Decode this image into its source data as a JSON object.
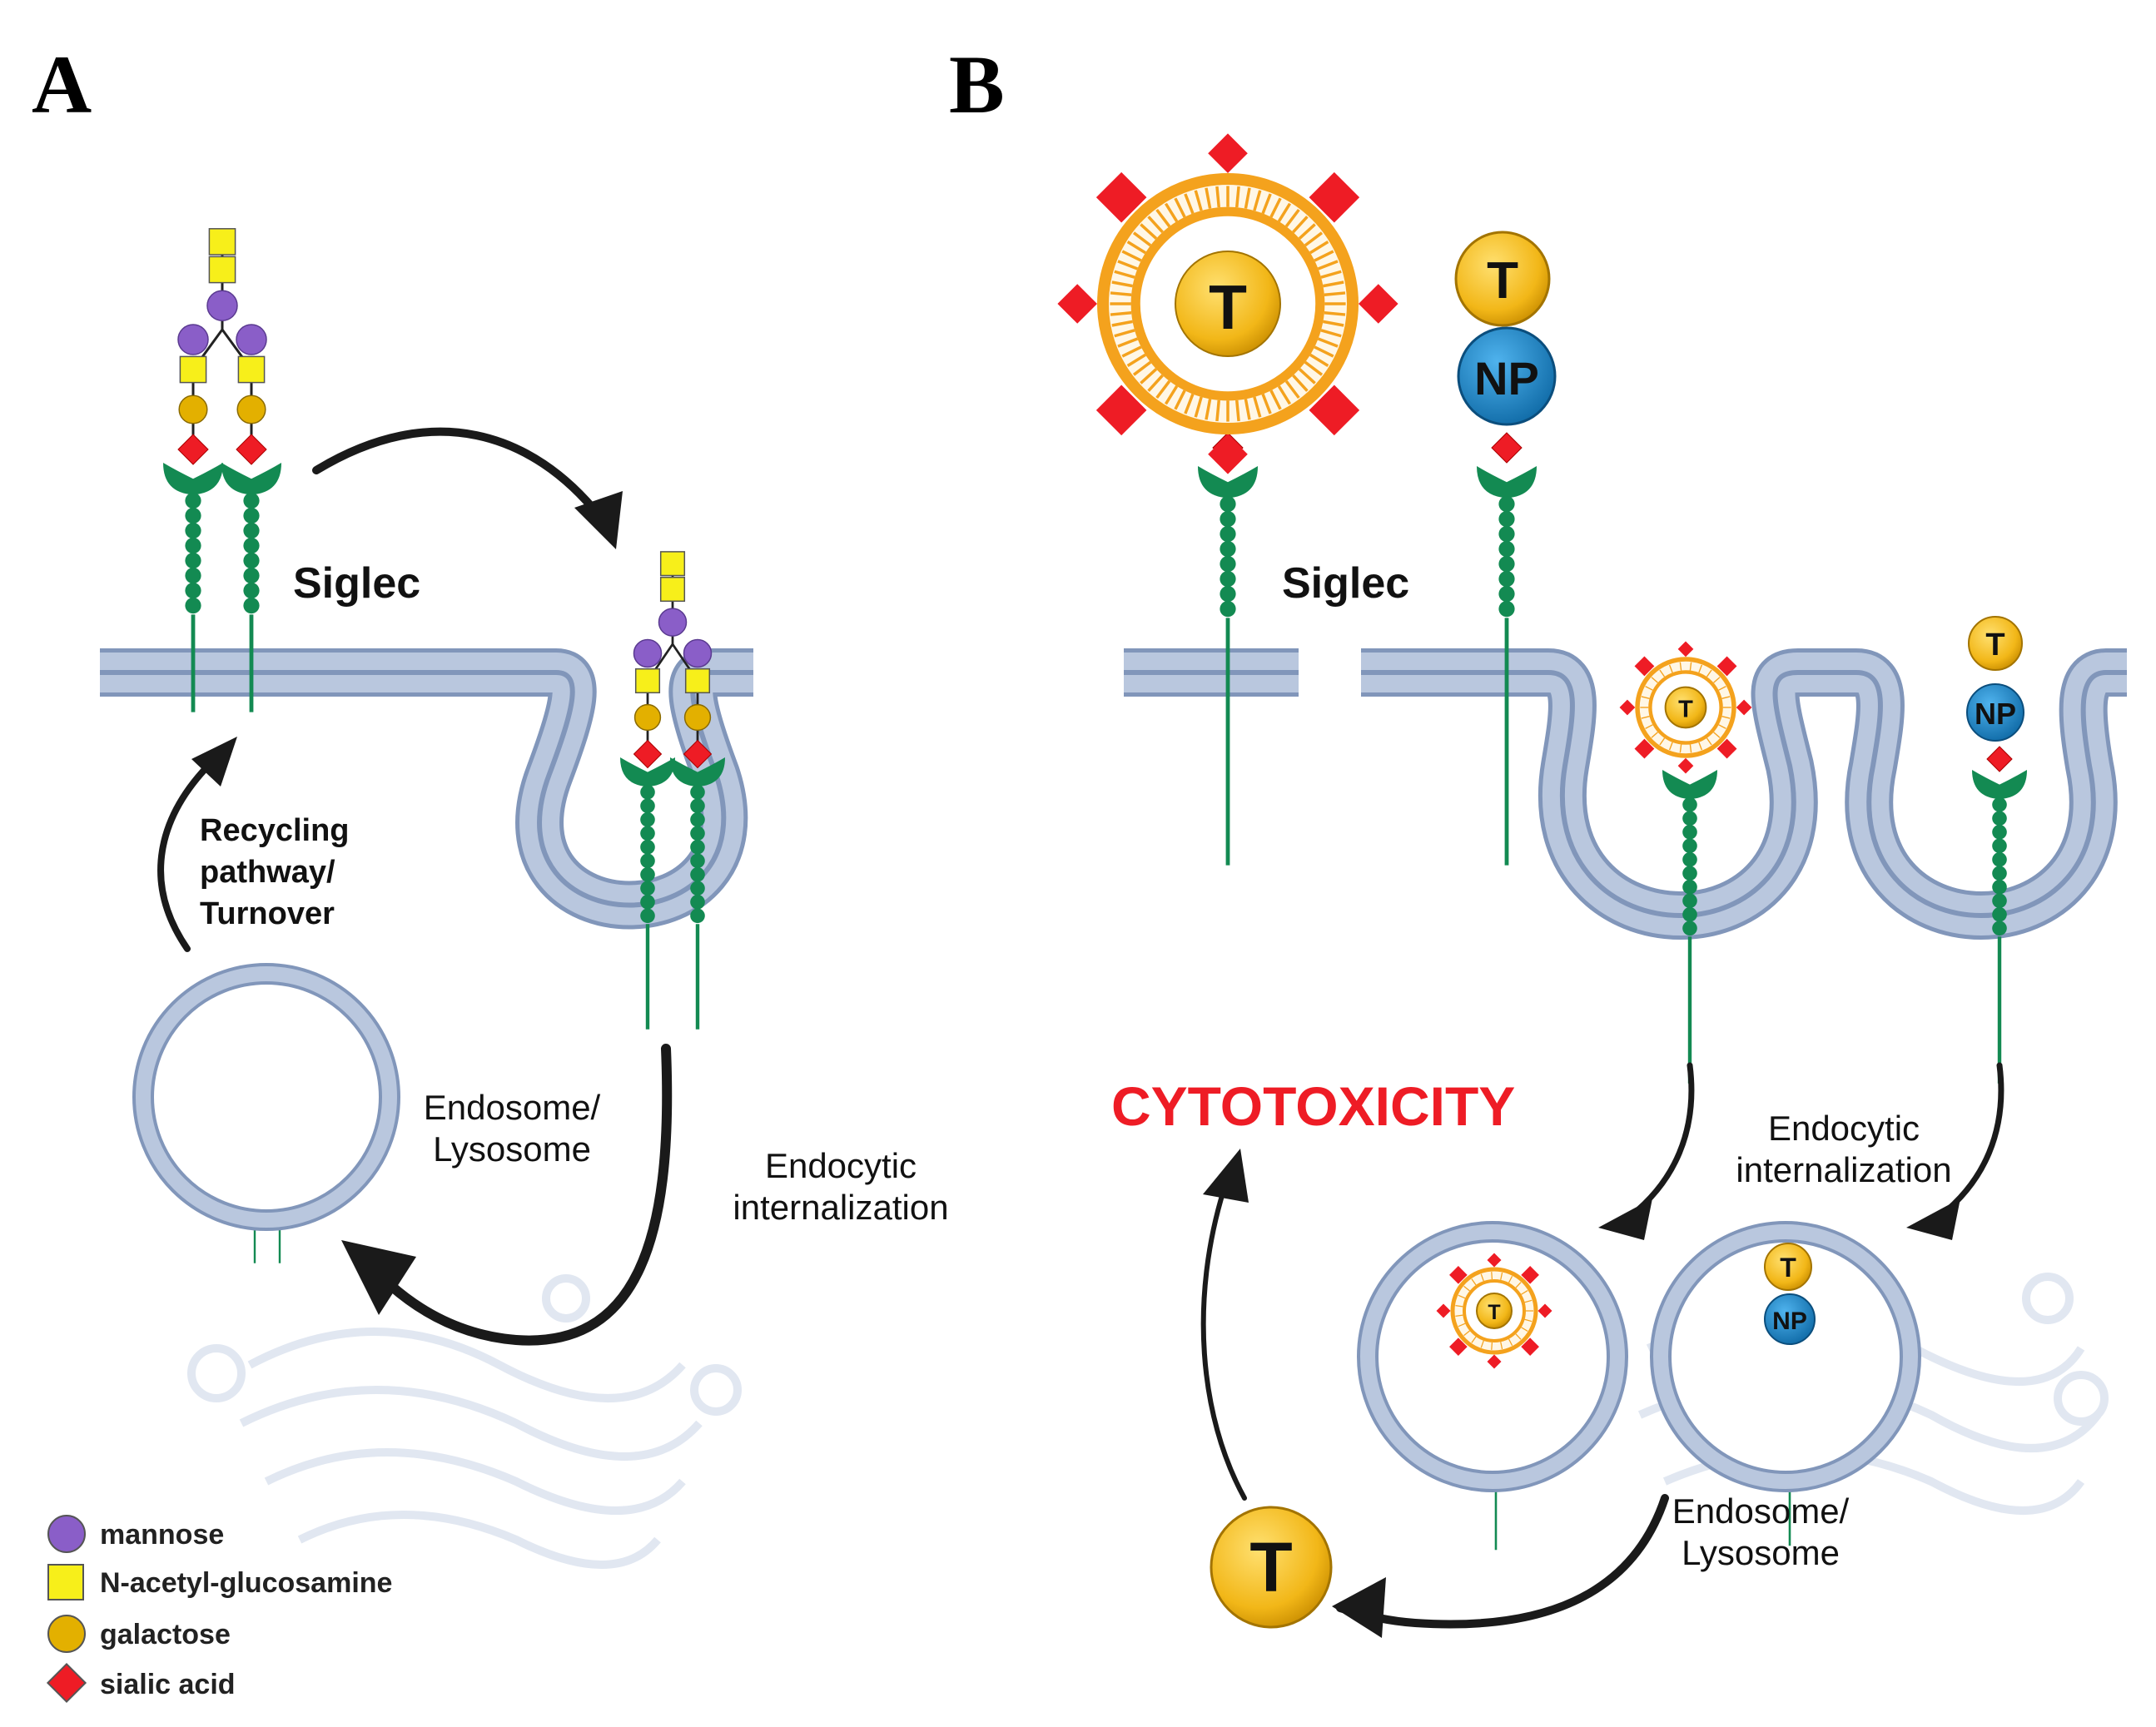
{
  "panels": {
    "a": "A",
    "b": "B"
  },
  "labels": {
    "siglec_a": "Siglec",
    "siglec_b": "Siglec",
    "recycling": [
      "Recycling",
      "pathway/",
      "Turnover"
    ],
    "endosome_a": [
      "Endosome/",
      "Lysosome"
    ],
    "endocytic_a": [
      "Endocytic",
      "internalization"
    ],
    "endocytic_b": [
      "Endocytic",
      "internalization"
    ],
    "endosome_b": [
      "Endosome/",
      "Lysosome"
    ],
    "cytotoxicity": "CYTOTOXICITY",
    "drug": "T",
    "nanoparticle": "NP"
  },
  "legend": [
    {
      "label": "mannose",
      "shape": "circle",
      "color": "#8a5ec8"
    },
    {
      "label": "N-acetyl-glucosamine",
      "shape": "square",
      "color": "#f7ef1a"
    },
    {
      "label": "galactose",
      "shape": "circle",
      "color": "#e3b000"
    },
    {
      "label": "sialic acid",
      "shape": "diamond",
      "color": "#ee1c25"
    }
  ],
  "colors": {
    "membrane": "#b9c7de",
    "membrane_edge": "#8196ba",
    "siglec": "#138a52",
    "mannose": "#8a5ec8",
    "glcnac": "#f7ef1a",
    "galactose": "#e3b000",
    "sialic": "#ee1c25",
    "np": "#1b86c9",
    "drug": "#f2b718",
    "liposome": "#f4a21d",
    "arrow": "#1a1a1a",
    "golgi": "#dfe5f0"
  }
}
